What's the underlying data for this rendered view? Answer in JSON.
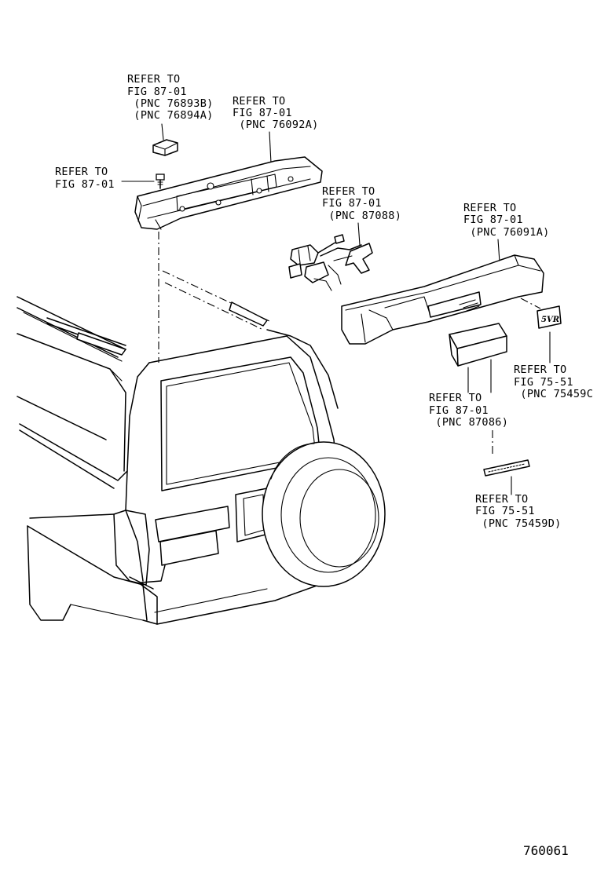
{
  "callouts": [
    {
      "id": "c1",
      "lines": [
        "REFER TO",
        "FIG 87-01",
        " (PNC 76893B)",
        " (PNC 76894A)"
      ]
    },
    {
      "id": "c2",
      "lines": [
        "REFER TO",
        "FIG 87-01",
        " (PNC 76092A)"
      ]
    },
    {
      "id": "c3",
      "lines": [
        "REFER TO",
        "FIG 87-01"
      ]
    },
    {
      "id": "c4",
      "lines": [
        "REFER TO",
        "FIG 87-01",
        " (PNC 87088)"
      ]
    },
    {
      "id": "c5",
      "lines": [
        "REFER TO",
        "FIG 87-01",
        " (PNC 76091A)"
      ]
    },
    {
      "id": "c6",
      "lines": [
        "REFER TO",
        "FIG 75-51",
        " (PNC 75459C"
      ]
    },
    {
      "id": "c7",
      "lines": [
        "REFER TO",
        "FIG 87-01",
        " (PNC 87086)"
      ]
    },
    {
      "id": "c8",
      "lines": [
        "REFER TO",
        "FIG 75-51",
        " (PNC 75459D)"
      ]
    }
  ],
  "figure_id": "760061",
  "badge_text": "5VR"
}
